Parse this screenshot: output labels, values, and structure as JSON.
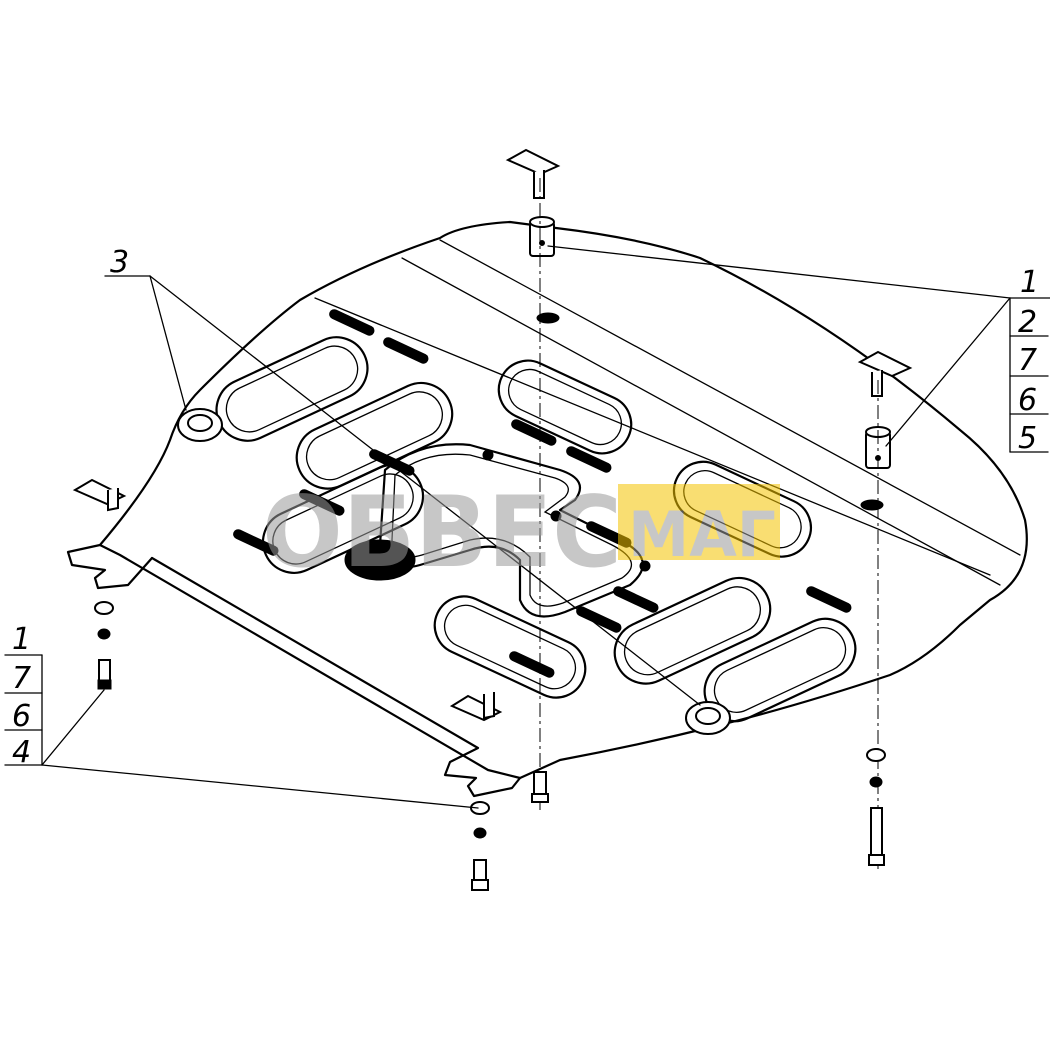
{
  "callouts": {
    "top_left": "3",
    "right_stack": [
      "1",
      "2",
      "7",
      "6",
      "5"
    ],
    "left_stack": [
      "1",
      "7",
      "6",
      "4"
    ]
  },
  "watermark": {
    "left": "ОБВЕС",
    "right": "МАГ",
    "accent_color": "#f5c400",
    "gray_color": "#9a9a9a"
  }
}
